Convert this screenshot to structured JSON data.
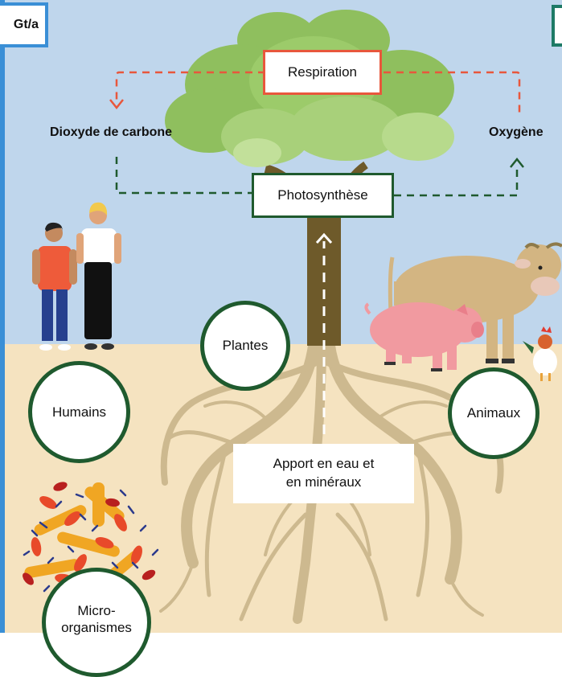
{
  "corner_left_label": "Gt/a",
  "labels": {
    "respiration": "Respiration",
    "photosynthesis": "Photosynthèse",
    "co2": "Dioxyde de carbone",
    "oxygen": "Oxygène",
    "water_line1": "Apport en eau et",
    "water_line2": "en minéraux"
  },
  "circles": {
    "plants": "Plantes",
    "humans": "Humains",
    "animals": "Animaux",
    "micro_line1": "Micro-",
    "micro_line2": "organismes"
  },
  "colors": {
    "sky": "#bfd6ec",
    "ground": "#f5e3c0",
    "respiration_arrow": "#e8573c",
    "photosynthesis_arrow": "#1f5a2e",
    "circle_border": "#1f5a2e",
    "left_frame": "#3a8fd6",
    "right_frame": "#1e7a66"
  }
}
